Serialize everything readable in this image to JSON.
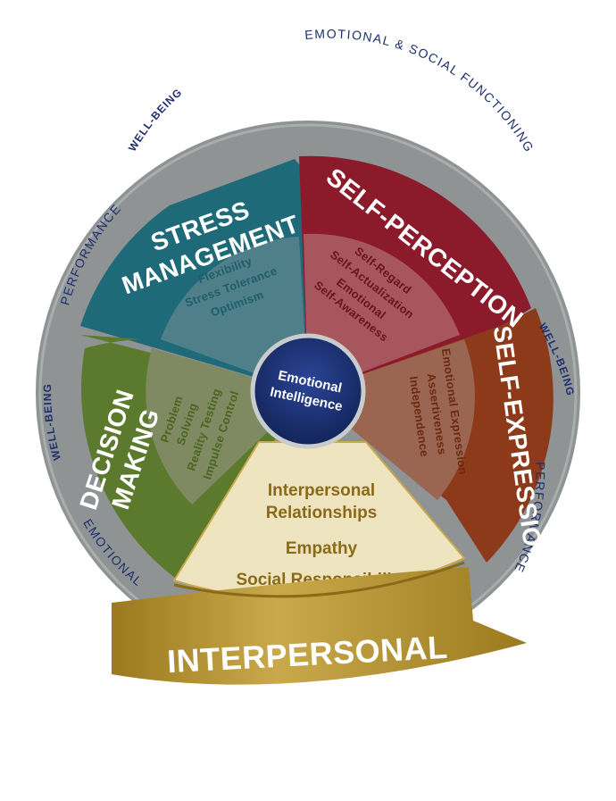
{
  "center": {
    "line1": "Emotional",
    "line2": "Intelligence"
  },
  "ring_labels": {
    "top": "EMOTIONAL & SOCIAL FUNCTIONING",
    "well_being_top_left": "WELL-BEING",
    "performance_left": "PERFORMANCE",
    "well_being_left": "WELL-BEING",
    "emotional_bottom_left": "EMOTIONAL",
    "well_being_right": "WELL-BEING",
    "performance_right": "PERFORMANCE"
  },
  "composites": {
    "stress": {
      "line1": "STRESS",
      "line2": "MANAGEMENT",
      "subs": [
        "Flexibility",
        "Stress Tolerance",
        "Optimism"
      ]
    },
    "self_perception": {
      "title": "SELF-PERCEPTION",
      "subs": [
        "Self-Regard",
        "Self-Actualization",
        "Emotional",
        "Self-Awareness"
      ]
    },
    "self_expression": {
      "title": "SELF-EXPRESSIO",
      "subs": [
        "Emotional Expression",
        "Assertiveness",
        "Independence"
      ]
    },
    "decision": {
      "line1": "DECISION",
      "line2": "MAKING",
      "subs": [
        "Problem",
        "Solving",
        "Reality Testing",
        "Impulse Control"
      ]
    },
    "interpersonal": {
      "title": "INTERPERSONAL",
      "subs": [
        "Interpersonal",
        "Relationships",
        "Empathy",
        "Social Responsibility"
      ]
    }
  },
  "colors": {
    "outer_ring": "#8f9394",
    "stress": "#1e6a78",
    "self_perception": "#8b1a2b",
    "self_expression": "#8c3a1a",
    "decision": "#5b7a2e",
    "interpersonal": "#b8972e",
    "interpersonal_light": "#efe4c0",
    "center": "#1c2f6e"
  }
}
